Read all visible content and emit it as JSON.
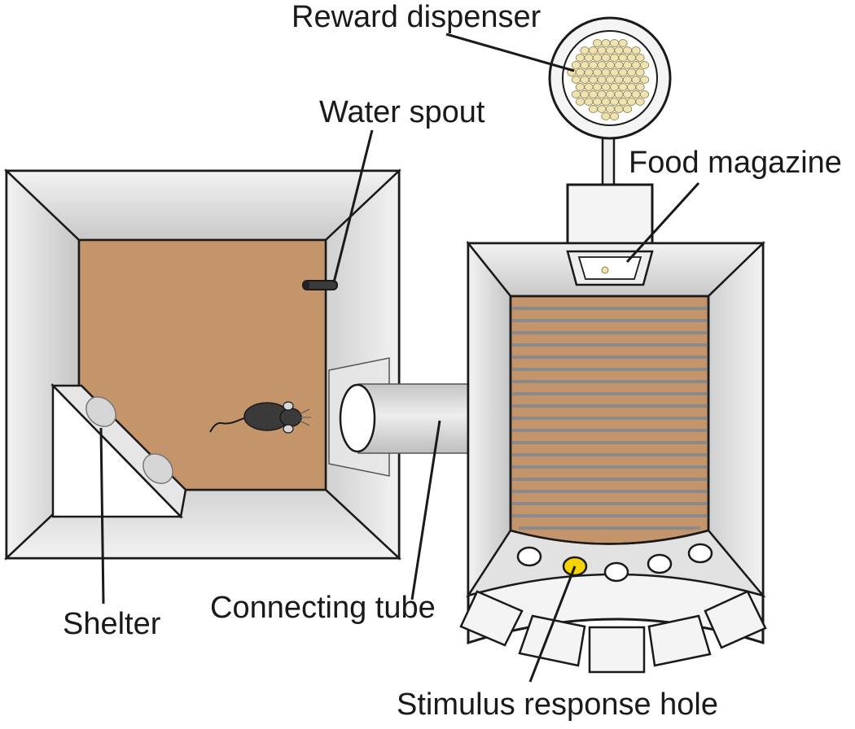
{
  "labels": {
    "reward_dispenser": "Reward dispenser",
    "water_spout": "Water spout",
    "food_magazine": "Food magazine",
    "shelter": "Shelter",
    "connecting_tube": "Connecting tube",
    "stimulus_response_hole": "Stimulus response hole"
  },
  "colors": {
    "floor": "#c4956a",
    "wall_light": "#ececec",
    "wall_shadow": "#c8c8c8",
    "frame": "#f4f4f4",
    "outline": "#1a1a1a",
    "grid_bar": "#8a8a8a",
    "pellet": "#efe3b0",
    "lit_hole": "#f5d400",
    "mouse": "#3a3a3a"
  },
  "icons": [
    "mouse-icon",
    "food-pellets-icon"
  ],
  "response_holes": {
    "count": 5,
    "lit_index": 1
  }
}
